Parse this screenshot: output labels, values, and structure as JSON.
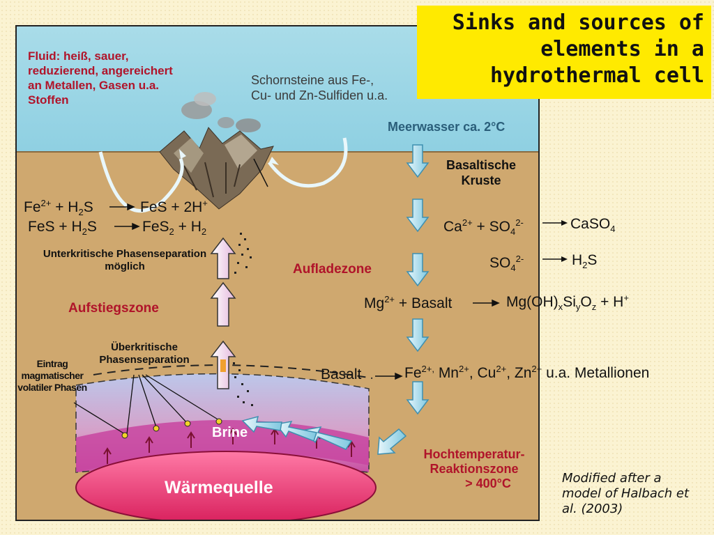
{
  "title": "Sinks and sources of elements in a hydrothermal cell",
  "credit": "Modified after a model of Halbach et al. (2003)",
  "labels": {
    "fluid": "Fluid: heiß, sauer, reduzierend, angereichert an Metallen, Gasen u.a. Stoffen",
    "chimneys": "Schornsteine aus Fe-, Cu- und Zn-Sulfiden u.a.",
    "seawater": "Meerwasser ca. 2°C",
    "basaltic_crust": "Basaltische Kruste",
    "subcritical": "Unterkritische Phasenseparation möglich",
    "recharge_zone": "Aufladezone",
    "upflow_zone": "Aufstiegszone",
    "supercritical": "Überkritische Phasenseparation",
    "magmatic_input": "Eintrag magmatischer volatiler Phasen",
    "brine": "Brine",
    "heat_source": "Wärmequelle",
    "reaction_zone_1": "Hochtemperatur-",
    "reaction_zone_2": "Reaktionszone",
    "reaction_zone_3": "> 400°C"
  },
  "reactions": {
    "r1_left": "Fe",
    "r1_left_sup": "2+",
    "r1_left_tail": " + H",
    "r1_left_sub": "2",
    "r1_left_end": "S",
    "r1_right": "FeS + 2H",
    "r1_right_sup": "+",
    "r2_left": "FeS + H",
    "r2_left_sub": "2",
    "r2_left_end": "S",
    "r2_right": "FeS",
    "r2_right_sub": "2",
    "r2_right_tail": " + H",
    "r2_right_sub2": "2",
    "r3_left": "Ca",
    "r3_left_sup": "2+",
    "r3_left_tail": " + SO",
    "r3_left_sub": "4",
    "r3_left_sup2": "2-",
    "r3_right": "CaSO",
    "r3_right_sub": "4",
    "r4_left": "SO",
    "r4_left_sub": "4",
    "r4_left_sup": "2-",
    "r4_right": "H",
    "r4_right_sub": "2",
    "r4_right_end": "S",
    "r5_left": "Mg",
    "r5_left_sup": "2+",
    "r5_left_tail": " + Basalt",
    "r5_right": "Mg(OH)",
    "r5_sub_x": "x",
    "r5_si": "Si",
    "r5_sub_y": "y",
    "r5_o": "O",
    "r5_sub_z": "z",
    "r5_tail": " + H",
    "r5_sup": "+",
    "r6_left": "Basalt",
    "r6_fe": "Fe",
    "r6_fe_sup": "2+,",
    "r6_mn": " Mn",
    "r6_mn_sup": "2+",
    "r6_cu": ", Cu",
    "r6_cu_sup": "2+",
    "r6_zn": ", Zn",
    "r6_zn_sup": "2+",
    "r6_tail": " u.a. Metallionen"
  },
  "colors": {
    "sea": "#9ad5e5",
    "sediment": "#cfa86f",
    "title_bg": "#ffea00",
    "label_red": "#b0142a",
    "heat_source": "#e0306a",
    "brine": "#cc4fa0"
  }
}
